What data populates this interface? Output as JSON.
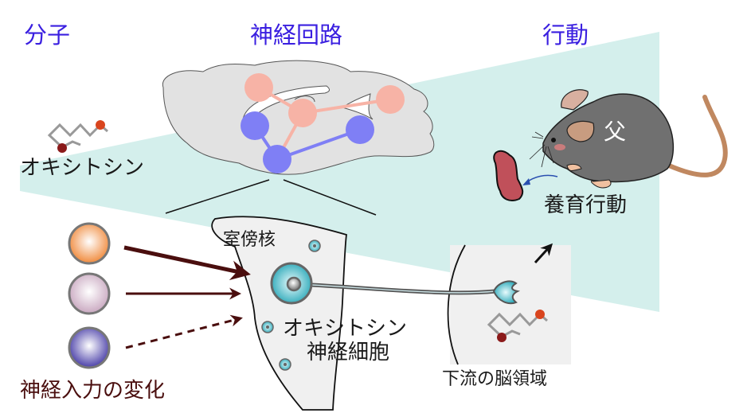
{
  "titles": {
    "molecule": "分子",
    "circuit": "神経回路",
    "behavior": "行動"
  },
  "labels": {
    "oxytocin": "オキシトシン",
    "pvn": "室傍核",
    "oxt_neuron_line1": "オキシトシン",
    "oxt_neuron_line2": "神経細胞",
    "input_change": "神経入力の変化",
    "downstream": "下流の脳領域",
    "parenting": "養育行動",
    "father": "父"
  },
  "colors": {
    "title": "#3a1fe0",
    "band": "#d4efec",
    "brain": "#e2e2e2",
    "node_pink": "#f7b3a6",
    "node_blue": "#7f7ff5",
    "neuron": "#3bb6c4",
    "arrow": "#4a0e0e",
    "mouse": "#707070",
    "pup": "#c0505a"
  },
  "inputs": [
    {
      "name": "input-orange",
      "color": "#f08a3c",
      "arrow": "thick"
    },
    {
      "name": "input-pink",
      "color": "#c9a8c0",
      "arrow": "thin"
    },
    {
      "name": "input-purple",
      "color": "#5a50b0",
      "arrow": "dashed"
    }
  ]
}
